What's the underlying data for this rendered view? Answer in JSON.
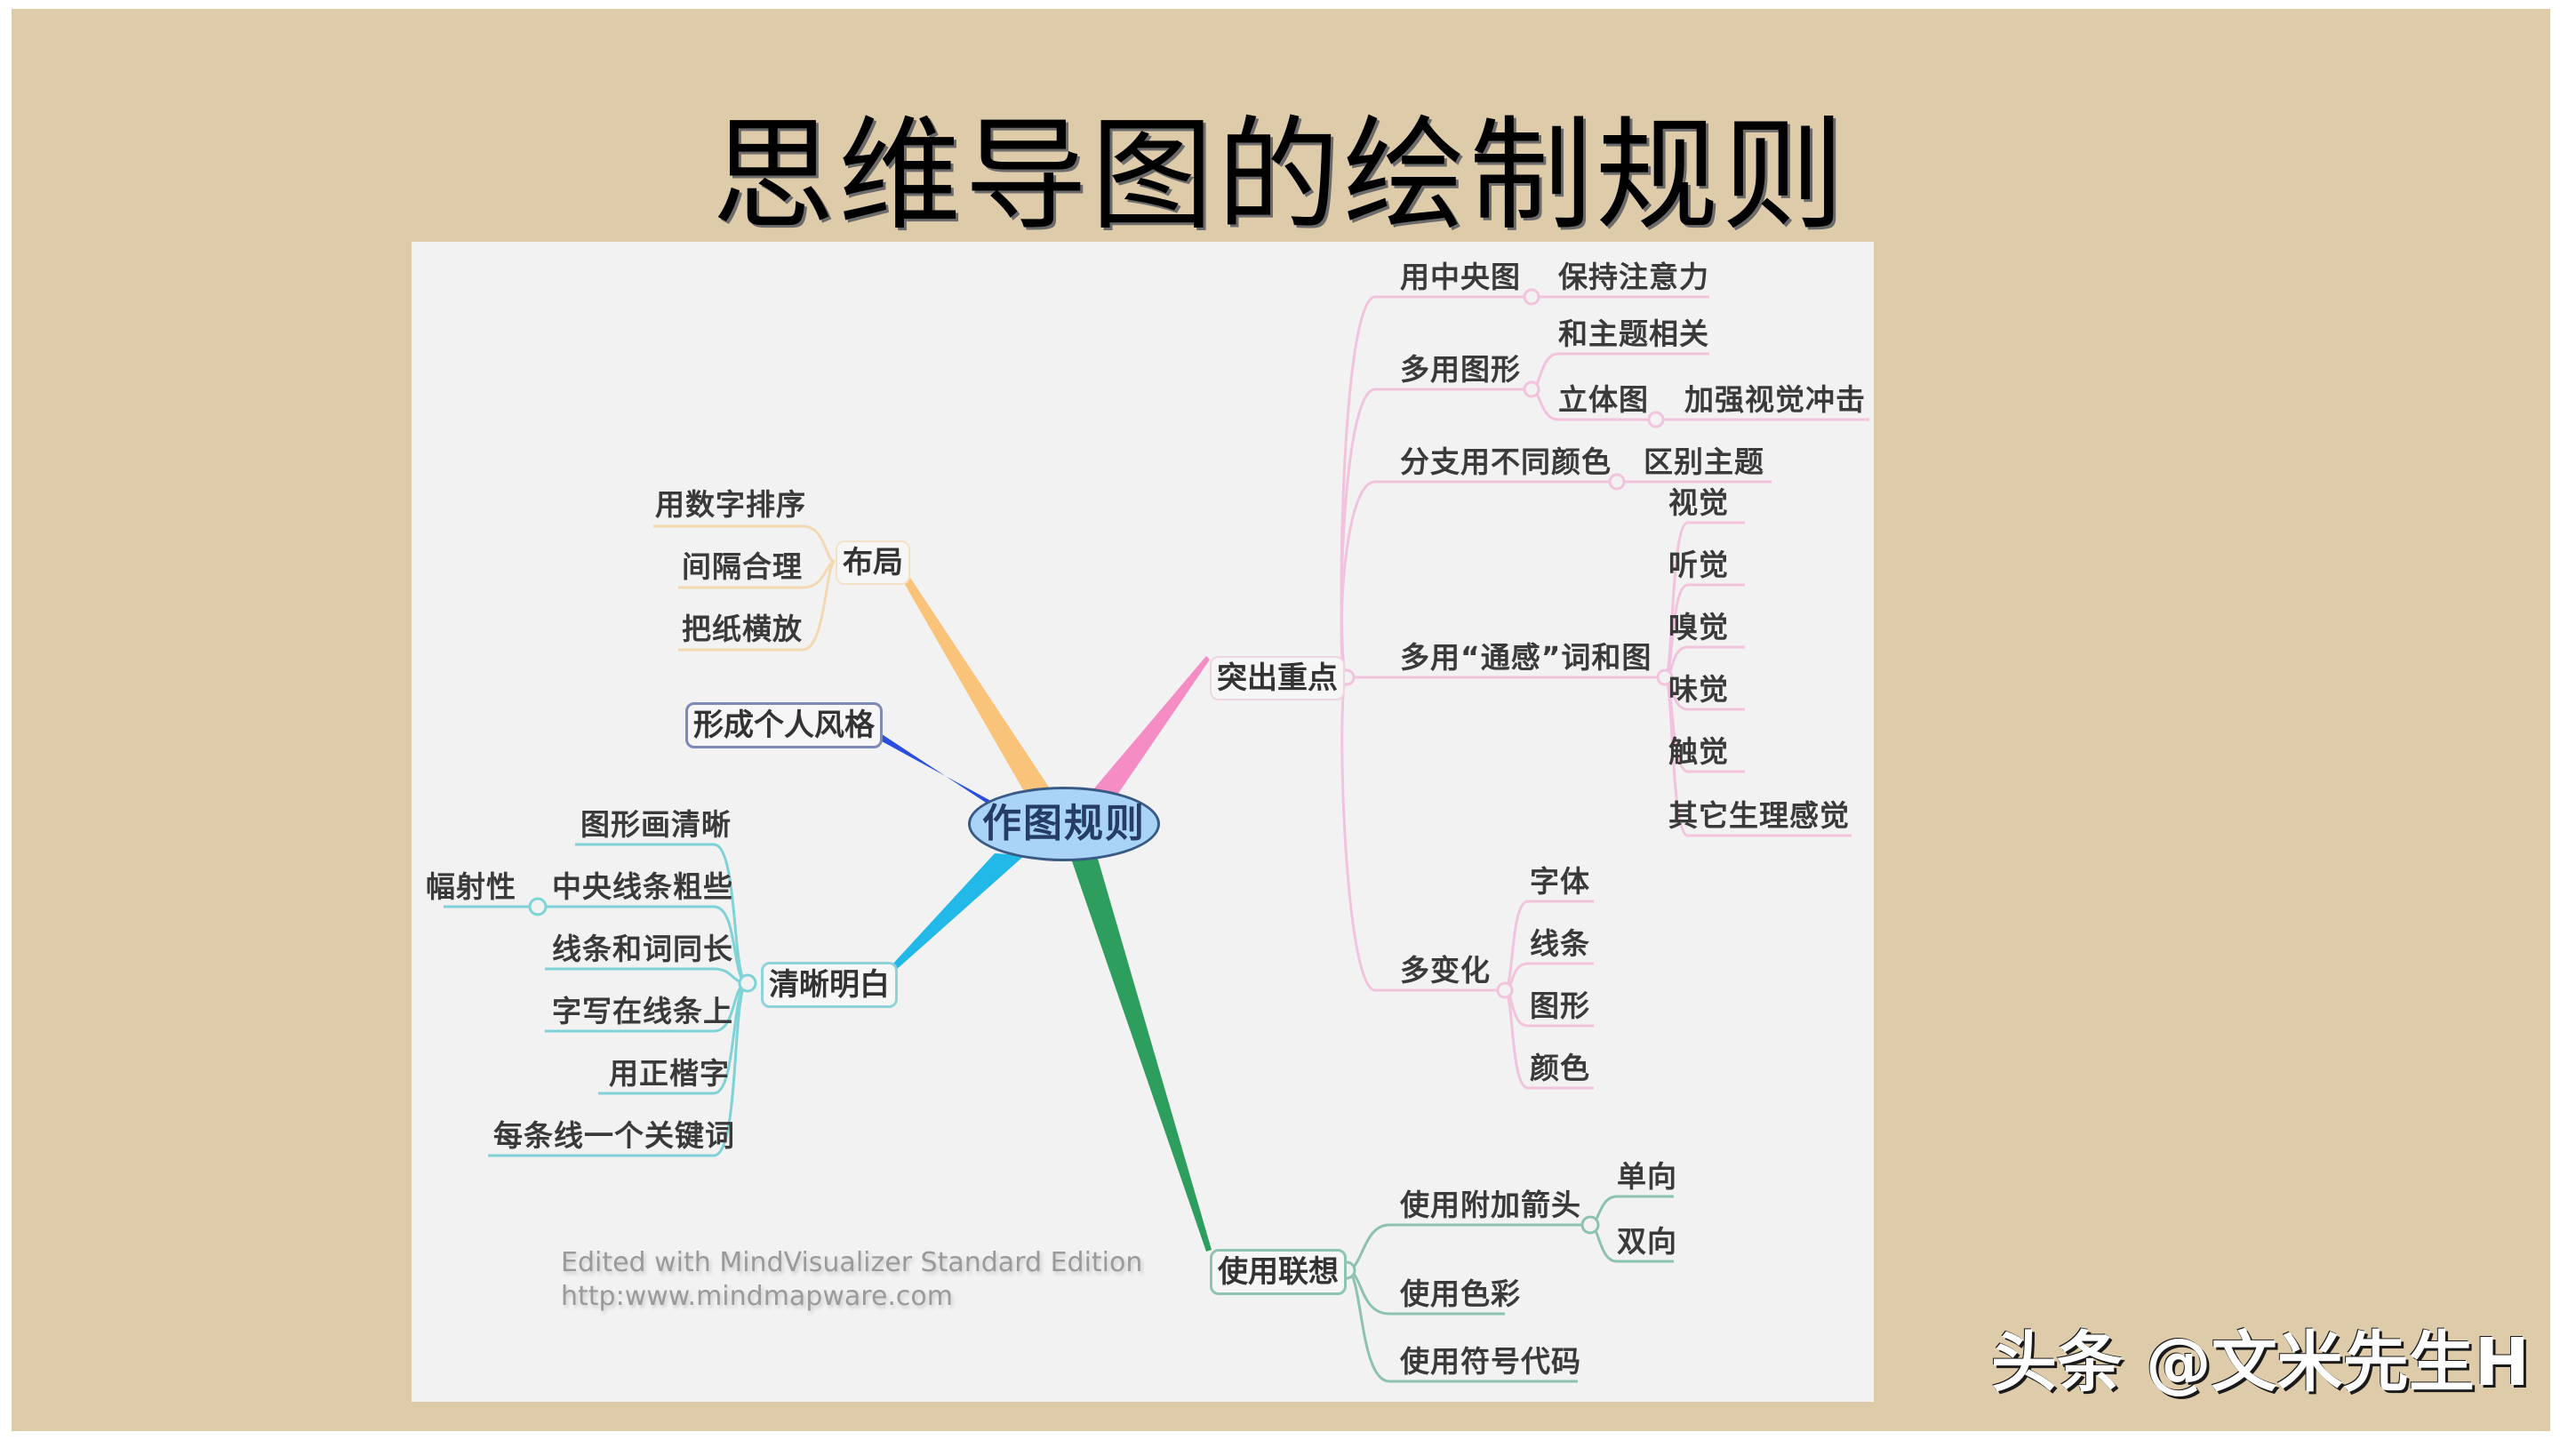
{
  "slide": {
    "title": "思维导图的绘制规则",
    "background_color": "#DECBAA",
    "watermark": "头条 @文米先生H"
  },
  "mindmap": {
    "center": "作图规则",
    "center_fill": "#A9D3F7",
    "credit": {
      "line1": "Edited with MindVisualizer Standard Edition",
      "line2": "http:www.mindmapware.com"
    },
    "branches": {
      "layout": {
        "label": "布局",
        "color": "#F9C47A",
        "children": [
          "用数字排序",
          "间隔合理",
          "把纸横放"
        ]
      },
      "style": {
        "label": "形成个人风格",
        "color": "#2A4FE0",
        "children": []
      },
      "clarity": {
        "label": "清晰明白",
        "color": "#22B8E8",
        "children": [
          {
            "label": "图形画清晰"
          },
          {
            "label": "中央线条粗些",
            "child": "幅射性"
          },
          {
            "label": "线条和词同长"
          },
          {
            "label": "字写在线条上"
          },
          {
            "label": "用正楷字"
          },
          {
            "label": "每条线一个关键词"
          }
        ]
      },
      "emphasis": {
        "label": "突出重点",
        "color": "#F58CC4",
        "children": [
          {
            "label": "用中央图",
            "child": "保持注意力"
          },
          {
            "label": "多用图形",
            "children": [
              "和主题相关",
              "立体图"
            ],
            "grandchild": "加强视觉冲击"
          },
          {
            "label": "分支用不同颜色",
            "child": "区别主题"
          },
          {
            "label": "多用“通感”词和图",
            "children": [
              "视觉",
              "听觉",
              "嗅觉",
              "味觉",
              "触觉",
              "其它生理感觉"
            ]
          },
          {
            "label": "多变化",
            "children": [
              "字体",
              "线条",
              "图形",
              "颜色"
            ]
          }
        ]
      },
      "association": {
        "label": "使用联想",
        "color": "#2E9E5E",
        "children": [
          {
            "label": "使用附加箭头",
            "children": [
              "单向",
              "双向"
            ]
          },
          {
            "label": "使用色彩"
          },
          {
            "label": "使用符号代码"
          }
        ]
      }
    }
  }
}
